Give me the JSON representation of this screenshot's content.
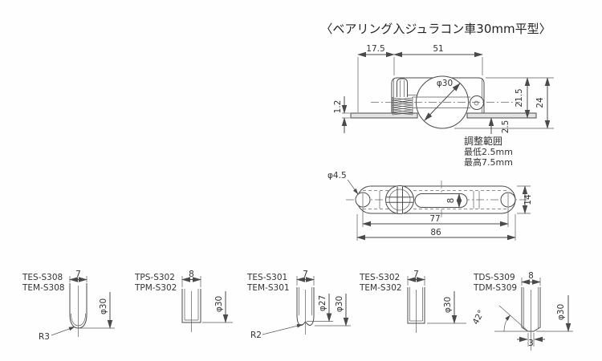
{
  "title": "〈ベアリング入ジュラコン車30mm平型〉",
  "side_view": {
    "dim_offset": "17.5",
    "dim_body_width": "51",
    "dim_plate_thickness": "1.2",
    "dim_wheel_dia": "φ30",
    "dim_height_inner": "21.5",
    "dim_height_total": "24",
    "dim_protrusion": "2.5",
    "note_line1": "調整範囲",
    "note_line2": "最低2.5mm",
    "note_line3": "最高7.5mm"
  },
  "plan_view": {
    "dim_hole_dia": "φ4.5",
    "dim_slot_width": "8",
    "dim_plate_width": "14",
    "dim_hole_pitch": "77",
    "dim_total_length": "86"
  },
  "profiles": [
    {
      "model_line1": "TES-S308",
      "model_line2": "TEM-S308",
      "dim_width": "7",
      "dim_dia": "φ30",
      "dim_radius": "R3"
    },
    {
      "model_line1": "TPS-S302",
      "model_line2": "TPM-S302",
      "dim_width": "8",
      "dim_dia": "φ30"
    },
    {
      "model_line1": "TES-S301",
      "model_line2": "TEM-S301",
      "dim_width": "7",
      "dim_dia": "φ30",
      "dim_dia_inner": "φ27",
      "dim_radius": "R2"
    },
    {
      "model_line1": "TES-S302",
      "model_line2": "TEM-S302",
      "dim_width": "7",
      "dim_dia": "φ30"
    },
    {
      "model_line1": "TDS-S309",
      "model_line2": "TDM-S309",
      "dim_width": "8",
      "dim_dia": "φ30",
      "dim_angle": "42°",
      "dim_bottom_width": "3"
    }
  ]
}
